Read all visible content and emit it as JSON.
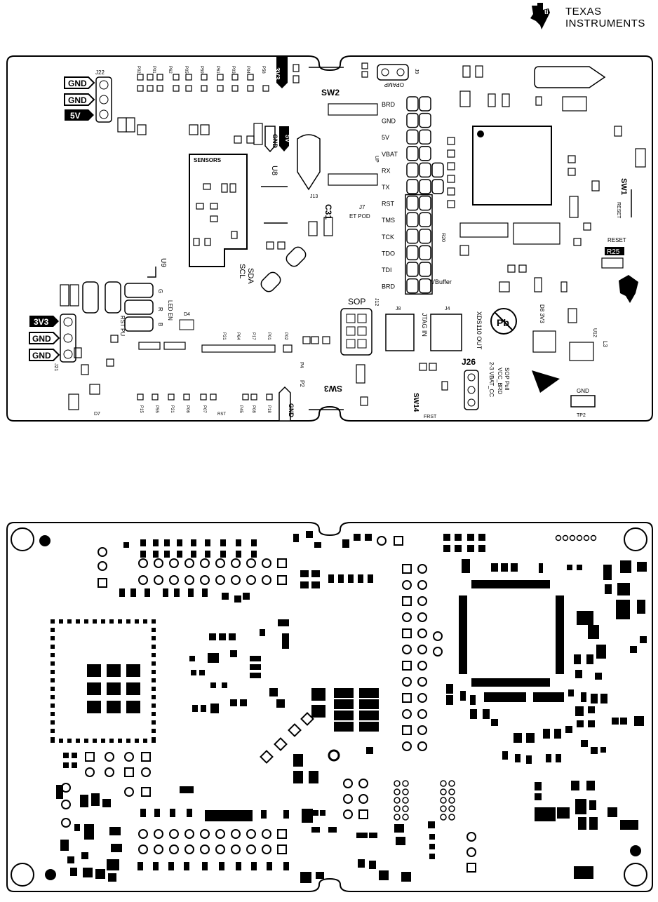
{
  "logo": {
    "line1": "Texas",
    "line2": "Instruments"
  },
  "left_header": {
    "j22": "J22",
    "gnd1": "GND",
    "gnd2": "GND",
    "v5": "5V",
    "v3": "3V3"
  },
  "sw2": "SW2",
  "sw3": "SW3",
  "sw1": "SW1",
  "sw14": "SW14",
  "reset": "RESET",
  "reset_label": "RESET",
  "r25": "R25",
  "sensors": "SENSORS",
  "u9": "U9",
  "u8": "U8",
  "j13": "J13",
  "c31": "C31",
  "j7": "J7",
  "et_pod": "ET POD",
  "opamp": "OPAMP",
  "j9": "J9",
  "sda": "SDA",
  "scl": "SCL",
  "up": "UP",
  "pods": [
    {
      "label": "BRD"
    },
    {
      "label": "GND"
    },
    {
      "label": "5V"
    },
    {
      "label": "VBAT"
    },
    {
      "label": "RX"
    },
    {
      "label": "TX"
    },
    {
      "label": "RST"
    },
    {
      "label": "TMS"
    },
    {
      "label": "TCK"
    },
    {
      "label": "TDO"
    },
    {
      "label": "TDI"
    },
    {
      "label": "BRD"
    }
  ],
  "vbuffer": "VBuffer",
  "sop": "SOP",
  "j8": "J8",
  "j4": "J4",
  "jtag_in": "JTAG IN",
  "xds110_out": "XDS110 OUT",
  "j26": "J26",
  "sop_pull": [
    "SOP Pull",
    "VCC_BRD",
    "2-3 VBAT_CC"
  ],
  "frst": "FRST",
  "gnd_tp": "GND",
  "tp2": "TP2",
  "gnd_3v3_right": [
    "GND",
    "5V"
  ],
  "led_en": "LED EN",
  "rgb": [
    "G",
    "R",
    "B"
  ],
  "rst_pu": "RST PU",
  "pin_labels_top": [
    "P02",
    "P01",
    "P62",
    "P05",
    "P59",
    "P61",
    "P03",
    "P04",
    "P58"
  ],
  "pin_labels_bottom": [
    "P15",
    "P55",
    "P21",
    "P06",
    "P07",
    "RST",
    "P45",
    "P08",
    "P18"
  ],
  "pin_labels_row2": [
    "P21",
    "P64",
    "P17",
    "P01",
    "P02"
  ],
  "gnd_bottom": "GND",
  "d8_3v3": "D8 3V3",
  "d4": "D4",
  "d7": "D7",
  "u12": "U12",
  "l3": "L3",
  "p2": "P2",
  "p4": "P4",
  "j21": "J21",
  "j12": "J12",
  "r20": "R20"
}
